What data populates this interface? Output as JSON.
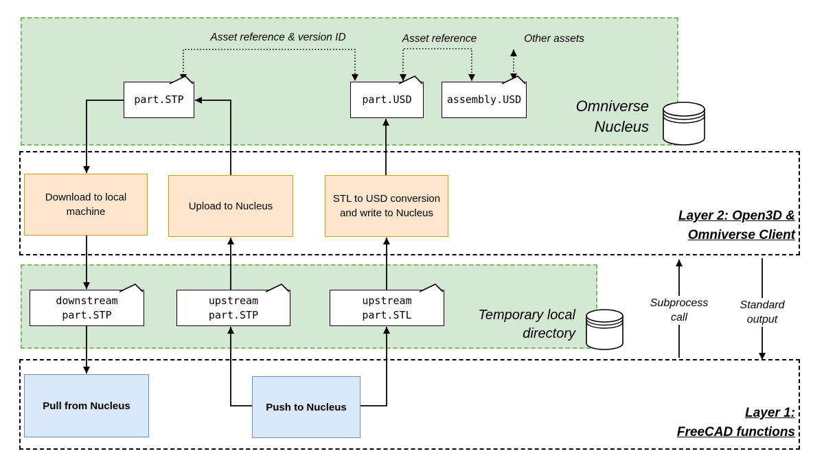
{
  "diagram": {
    "nucleus_region": {
      "label1": "Omniverse",
      "label2": "Nucleus"
    },
    "layer2_region": {
      "label1": "Layer 2: Open3D &",
      "label2": "Omniverse Client"
    },
    "temp_region": {
      "label1": "Temporary local",
      "label2": "directory"
    },
    "layer1_region": {
      "label1": "Layer 1:",
      "label2": "FreeCAD functions"
    },
    "files": {
      "part_stp": "part.STP",
      "part_usd": "part.USD",
      "assembly_usd": "assembly.USD",
      "downstream_stp": {
        "line1": "downstream",
        "line2": "part.STP"
      },
      "upstream_stp": {
        "line1": "upstream",
        "line2": "part.STP"
      },
      "upstream_stl": {
        "line1": "upstream",
        "line2": "part.STL"
      }
    },
    "processes": {
      "download": "Download to local machine",
      "upload": "Upload to Nucleus",
      "stl_to_usd": "STL to USD conversion and write to Nucleus"
    },
    "functions": {
      "pull": "Pull from Nucleus",
      "push": "Push to Nucleus"
    },
    "connectors": {
      "asset_ref_version": "Asset reference & version ID",
      "asset_ref": "Asset reference",
      "other_assets": "Other assets",
      "subprocess_call": {
        "line1": "Subprocess",
        "line2": "call"
      },
      "standard_output": {
        "line1": "Standard",
        "line2": "output"
      }
    },
    "colors": {
      "region_green_fill": "#d5e8d4",
      "region_green_border": "#82b366",
      "process_fill": "#ffe6cc",
      "process_border": "#d79b00",
      "function_fill": "#dae8fc",
      "function_border": "#6c8ebf",
      "line": "#000000"
    }
  }
}
